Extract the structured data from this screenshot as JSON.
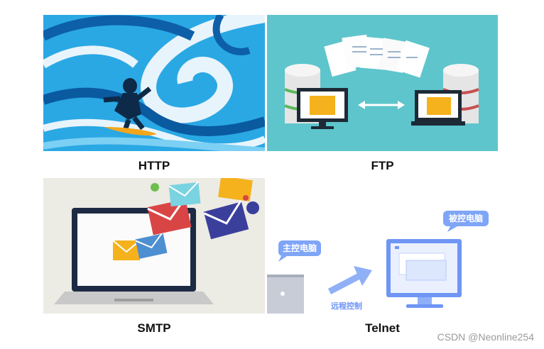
{
  "panels": {
    "http": {
      "caption": "HTTP"
    },
    "ftp": {
      "caption": "FTP"
    },
    "smtp": {
      "caption": "SMTP"
    },
    "telnet": {
      "caption": "Telnet",
      "master_label": "主控电脑",
      "controlled_label": "被控电脑",
      "remote_label": "远程控制"
    }
  },
  "watermark": "CSDN @Neonline254",
  "colors": {
    "wave_blue": "#3aa5e0",
    "ftp_bg": "#5ec5cc",
    "folder": "#f5b21c",
    "smtp_bg": "#ecebe4",
    "telnet_accent": "#6f95f5"
  }
}
